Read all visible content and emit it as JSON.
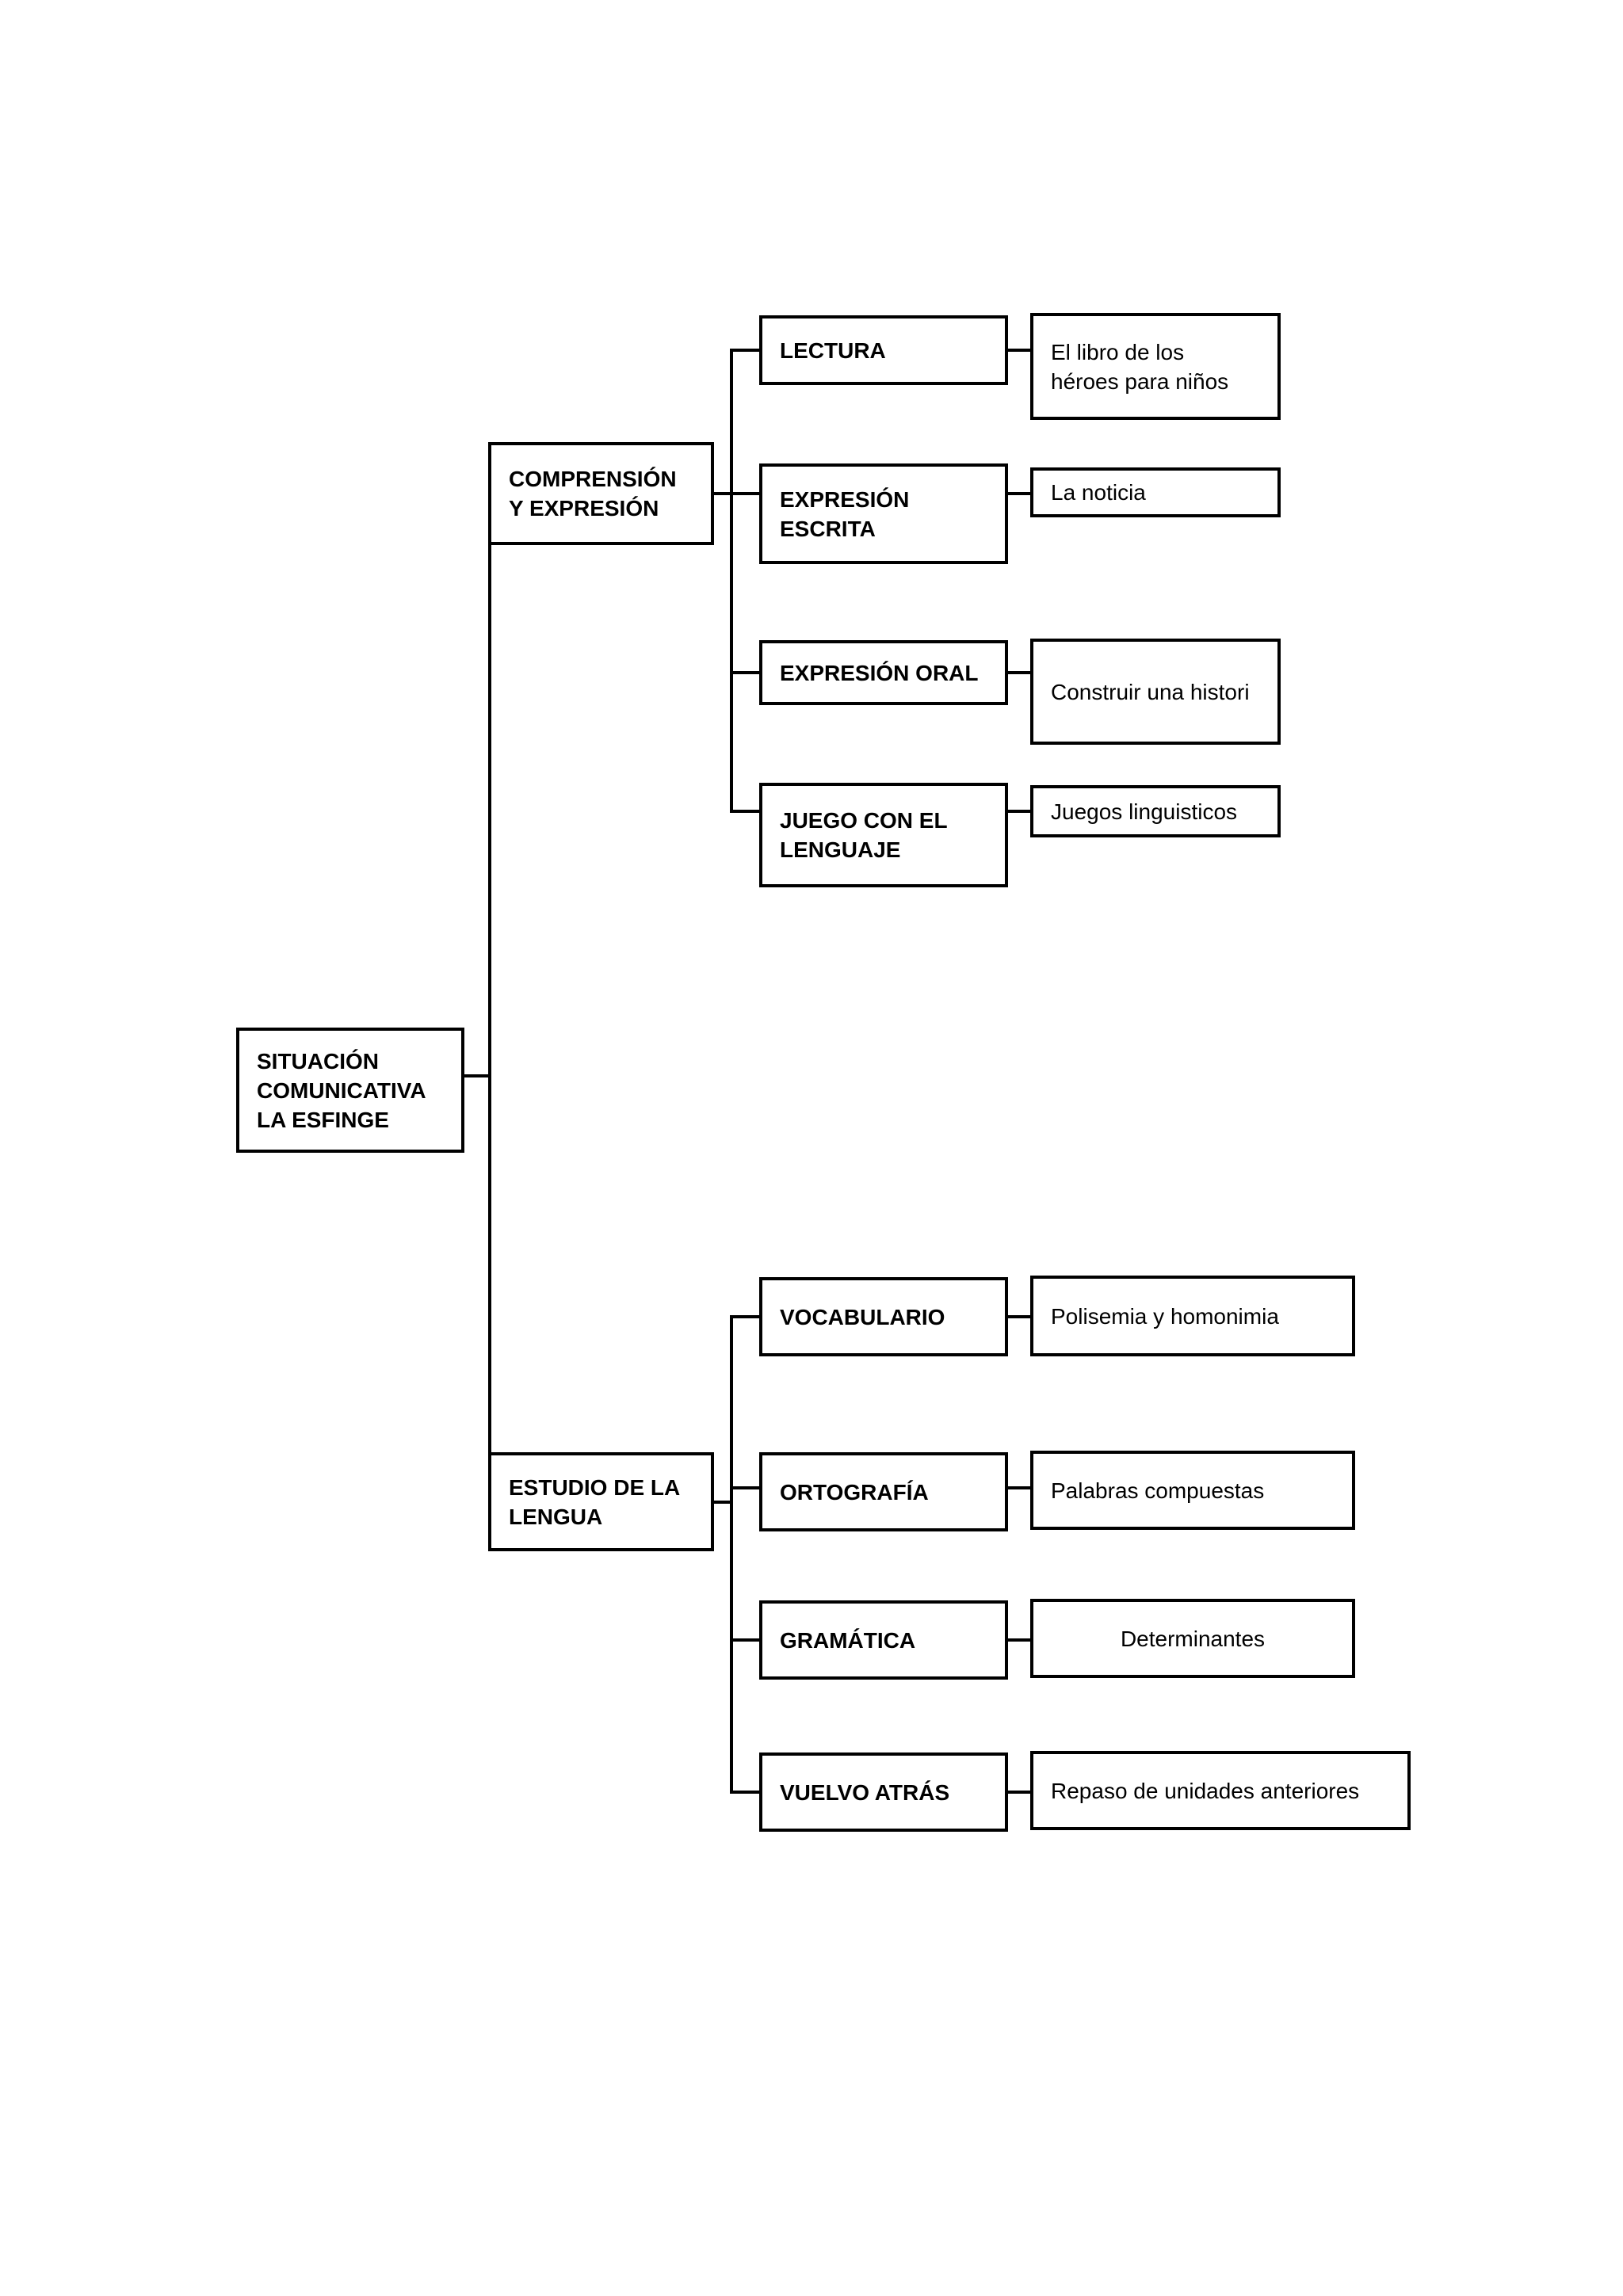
{
  "page": {
    "background_color": "#ffffff",
    "line_color": "#000000",
    "box_border_color": "#000000"
  },
  "diagram": {
    "root": {
      "label": "SITUACIÓN COMUNICATIVA LA ESFINGE",
      "lines": [
        "SITUACIÓN",
        "COMUNICATIVA",
        "LA ESFINGE"
      ]
    },
    "branches": [
      {
        "category": {
          "label": "COMPRENSIÓN Y EXPRESIÓN",
          "lines": [
            "COMPRENSIÓN",
            "Y EXPRESIÓN"
          ]
        },
        "children": [
          {
            "topic": {
              "label": "LECTURA",
              "lines": [
                "LECTURA"
              ]
            },
            "content": {
              "label": "El libro de los héroes para niños",
              "lines": [
                "El libro de los",
                "héroes para niños"
              ]
            }
          },
          {
            "topic": {
              "label": "EXPRESIÓN ESCRITA",
              "lines": [
                "EXPRESIÓN",
                "ESCRITA"
              ]
            },
            "content": {
              "label": "La noticia",
              "lines": [
                "La noticia"
              ]
            }
          },
          {
            "topic": {
              "label": "EXPRESIÓN ORAL",
              "lines": [
                "EXPRESIÓN ORAL"
              ]
            },
            "content": {
              "label": "Construir una histori",
              "lines": [
                "Construir una histori"
              ]
            }
          },
          {
            "topic": {
              "label": "JUEGO CON EL LENGUAJE",
              "lines": [
                "JUEGO CON EL",
                "LENGUAJE"
              ]
            },
            "content": {
              "label": "Juegos linguisticos",
              "lines": [
                "Juegos linguisticos"
              ]
            }
          }
        ]
      },
      {
        "category": {
          "label": "ESTUDIO DE LA LENGUA",
          "lines": [
            "ESTUDIO DE LA",
            "LENGUA"
          ]
        },
        "children": [
          {
            "topic": {
              "label": "VOCABULARIO",
              "lines": [
                "VOCABULARIO"
              ]
            },
            "content": {
              "label": "Polisemia y homonimia",
              "lines": [
                "Polisemia y homonimia"
              ]
            }
          },
          {
            "topic": {
              "label": "ORTOGRAFÍA",
              "lines": [
                "ORTOGRAFÍA"
              ]
            },
            "content": {
              "label": "Palabras compuestas",
              "lines": [
                "Palabras compuestas"
              ]
            }
          },
          {
            "topic": {
              "label": "GRAMÁTICA",
              "lines": [
                "GRAMÁTICA"
              ]
            },
            "content": {
              "label": "Determinantes",
              "lines": [
                "Determinantes"
              ]
            }
          },
          {
            "topic": {
              "label": "VUELVO ATRÁS",
              "lines": [
                "VUELVO ATRÁS"
              ]
            },
            "content": {
              "label": "Repaso de unidades anteriores",
              "lines": [
                "Repaso de unidades anteriores"
              ]
            }
          }
        ]
      }
    ]
  }
}
